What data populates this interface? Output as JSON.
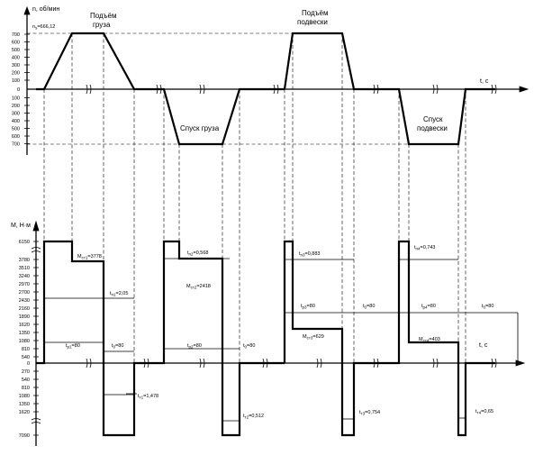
{
  "speed_axis": {
    "title": "n, об/мин",
    "ns_label": "n",
    "ns_sub": "s",
    "ns_value": "=666,12",
    "time_label": "t, c",
    "ticks_up": [
      "700",
      "600",
      "500",
      "400",
      "300",
      "200",
      "100",
      "0"
    ],
    "ticks_down": [
      "100",
      "200",
      "300",
      "400",
      "500",
      "600",
      "700"
    ]
  },
  "speed_phases": [
    {
      "line1": "Подъём",
      "line2": "груза"
    },
    {
      "line1": "Спуск груза",
      "line2": ""
    },
    {
      "line1": "Подъём",
      "line2": "подвески"
    },
    {
      "line1": "Спуск",
      "line2": "подвески"
    }
  ],
  "torque_axis": {
    "title": "M, Н·м",
    "time_label": "t, c",
    "ticks_up": [
      "6150",
      "3780",
      "3510",
      "3240",
      "2970",
      "2700",
      "2430",
      "2160",
      "1890",
      "1620",
      "1350",
      "1080",
      "810",
      "540",
      "270",
      "0"
    ],
    "ticks_down": [
      "270",
      "540",
      "810",
      "1080",
      "1350",
      "1620",
      "7090"
    ]
  },
  "annotations": [
    {
      "id": "mst1",
      "main": "M",
      "sub": "ст1",
      "value": "=3778"
    },
    {
      "id": "tp1_dur",
      "main": "t",
      "sub": "п1",
      "value": "=2,05"
    },
    {
      "id": "tp1",
      "main": "t",
      "sub": "р1",
      "value": "=80"
    },
    {
      "id": "t0_1",
      "main": "t",
      "sub": "0",
      "value": "=80"
    },
    {
      "id": "tt1",
      "main": "t",
      "sub": "т1",
      "value": "=1,478"
    },
    {
      "id": "tp2_dur",
      "main": "t",
      "sub": "п2",
      "value": "=0,568"
    },
    {
      "id": "mst2",
      "main": "M",
      "sub": "ст2",
      "value": "=2418"
    },
    {
      "id": "tp2",
      "main": "t",
      "sub": "р2",
      "value": "=80"
    },
    {
      "id": "t0_2",
      "main": "t",
      "sub": "0",
      "value": "=80"
    },
    {
      "id": "tt2",
      "main": "t",
      "sub": "т2",
      "value": "=0,512"
    },
    {
      "id": "tp3_dur",
      "main": "t",
      "sub": "п3",
      "value": "=0,883"
    },
    {
      "id": "tp3",
      "main": "t",
      "sub": "р3",
      "value": "=80"
    },
    {
      "id": "t0_3",
      "main": "t",
      "sub": "0",
      "value": "=80"
    },
    {
      "id": "mst3",
      "main": "M",
      "sub": "ст3",
      "value": "=629"
    },
    {
      "id": "tt3",
      "main": "t",
      "sub": "т3",
      "value": "=0,754"
    },
    {
      "id": "tp4_dur",
      "main": "t",
      "sub": "п4",
      "value": "=0,743"
    },
    {
      "id": "tp4",
      "main": "t",
      "sub": "р4",
      "value": "=80"
    },
    {
      "id": "t0_4",
      "main": "t",
      "sub": "0",
      "value": "=80"
    },
    {
      "id": "mst4",
      "main": "M",
      "sub": "ст4",
      "value": "=403"
    },
    {
      "id": "tt4",
      "main": "t",
      "sub": "т4",
      "value": "=0,65"
    }
  ]
}
